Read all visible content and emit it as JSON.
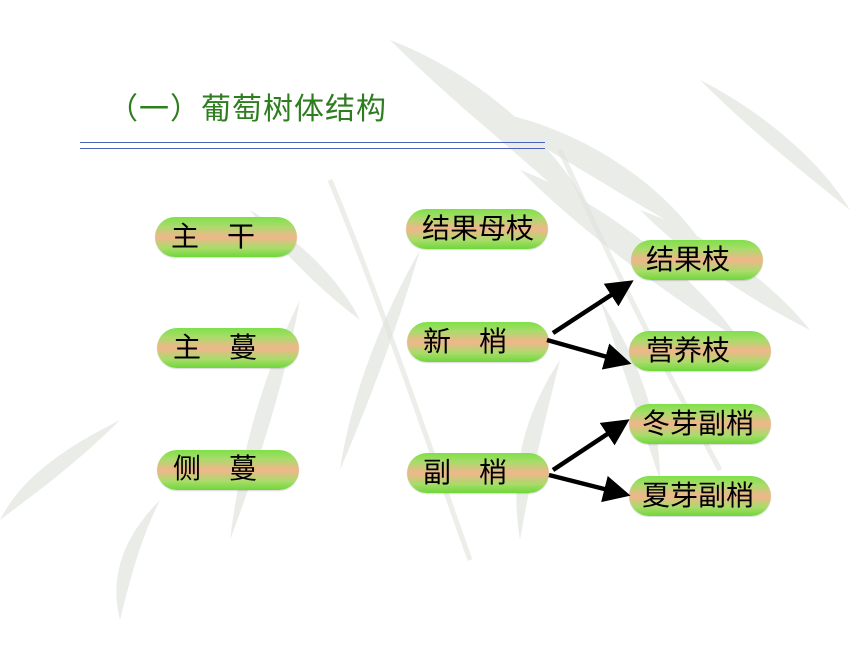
{
  "title": "（一）葡萄树体结构",
  "nodes": {
    "main_trunk": "主　干",
    "main_vine": "主　蔓",
    "side_vine": "侧　蔓",
    "fruiting_mother_branch": "结果母枝",
    "new_shoot": "新　梢",
    "lateral_shoot": "副　梢",
    "fruiting_branch": "结果枝",
    "vegetative_branch": "营养枝",
    "winter_bud_lateral": "冬芽副梢",
    "summer_bud_lateral": "夏芽副梢"
  },
  "edges": [
    [
      "new_shoot",
      "fruiting_branch"
    ],
    [
      "new_shoot",
      "vegetative_branch"
    ],
    [
      "lateral_shoot",
      "winter_bud_lateral"
    ],
    [
      "lateral_shoot",
      "summer_bud_lateral"
    ]
  ],
  "colors": {
    "title": "#2e7d1f",
    "rule": "#4a63b8",
    "pill_green": "#7ee04a",
    "pill_center": "#f2b58c",
    "arrow": "#000000"
  }
}
